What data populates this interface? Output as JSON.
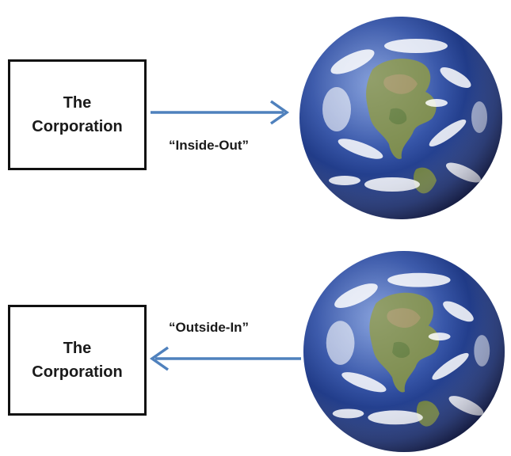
{
  "diagram": {
    "top": {
      "entity_label": "The\nCorporation",
      "arrow_label": "“Inside-Out”",
      "direction": "corporation-to-world"
    },
    "bottom": {
      "entity_label": "The\nCorporation",
      "arrow_label": "“Outside-In”",
      "direction": "world-to-corporation"
    },
    "colors": {
      "arrow": "#4f81bd",
      "box_border": "#111111",
      "text": "#1a1a1a"
    },
    "icons": [
      "earth-globe-icon",
      "right-arrow-icon",
      "left-arrow-icon"
    ]
  }
}
